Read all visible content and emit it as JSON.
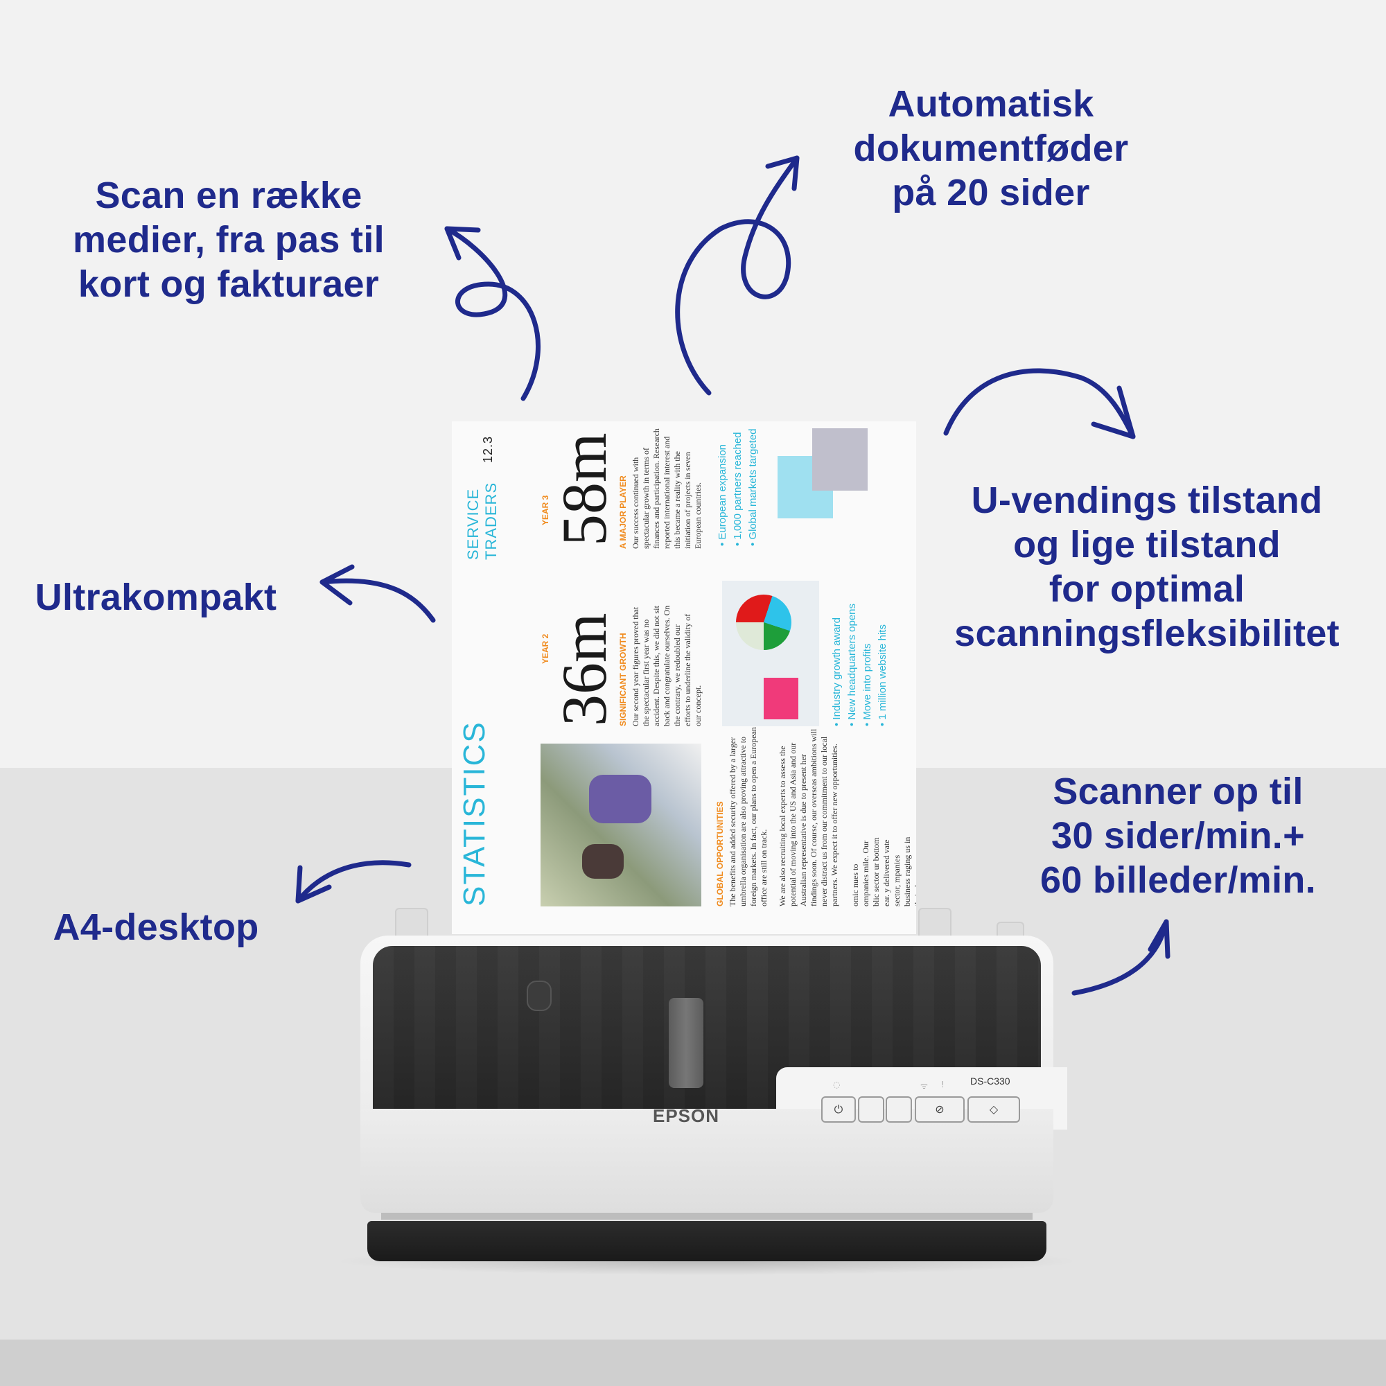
{
  "callouts": {
    "media": [
      "Scan en række",
      "medier, fra pas til",
      "kort og fakturaer"
    ],
    "feeder": [
      "Automatisk",
      "dokumentføder",
      "på 20 sider"
    ],
    "compact": [
      "Ultrakompakt"
    ],
    "modes": [
      "U-vendings tilstand",
      "og lige tilstand",
      "for optimal",
      "scanningsfleksibilitet"
    ],
    "desktop": [
      "A4-desktop"
    ],
    "speed": [
      "Scanner op til",
      "30 sider/min.+",
      "60 billeder/min."
    ]
  },
  "document": {
    "header": "SERVICE TRADERS",
    "issue": "12.3",
    "year3_label": "YEAR 3",
    "year3_value": "58m",
    "year2_label": "YEAR 2",
    "year2_value": "36m",
    "player_heading": "A MAJOR PLAYER",
    "player_text": "Our success continued with spectacular growth in terms of finances and participation. Research reported international interest and this became a reality with the initiation of projects in seven European countries.",
    "growth_heading": "SIGNIFICANT GROWTH",
    "growth_text": "Our second year figures proved that the spectacular first year was no accident. Despite this, we did not sit back and congratulate ourselves. On the contrary, we redoubled our efforts to underline the validity of our concept.",
    "list_a": [
      "European expansion",
      "1,000 partners reached",
      "Global markets targeted"
    ],
    "list_b": [
      "Industry growth award",
      "New headquarters opens",
      "Move into profits",
      "1 million website hits"
    ],
    "statistics": "STATISTICS",
    "global_heading": "GLOBAL OPPORTUNITIES",
    "global_text_1": "The benefits and added security offered by a larger umbrella organisation are also proving attractive to foreign markets. In fact, our plans to open a European office are still on track.",
    "global_text_2": "We are also recruiting local experts to assess the potential of moving into the US and Asia and our Australian representative is due to present her findings soon. Of course, our overseas ambitions will never distract us from our commitment to our local partners. We expect it to offer new opportunities.",
    "partial_text": "omic nues to ompanies mile. Our blic sector ur bottom ear. y delivered vate sector, mpanies business raging us in their ds."
  },
  "scanner": {
    "brand": "EPSON",
    "model": "DS-C330",
    "buttons": [
      "power",
      "blank-1",
      "blank-2",
      "stop",
      "start"
    ],
    "button_glyphs": {
      "power": "⏻",
      "stop": "⊘",
      "start": "◇"
    }
  },
  "colors": {
    "accent": "#1f2a8c",
    "doc_cyan": "#29b6d8",
    "doc_orange": "#f08a1c"
  }
}
